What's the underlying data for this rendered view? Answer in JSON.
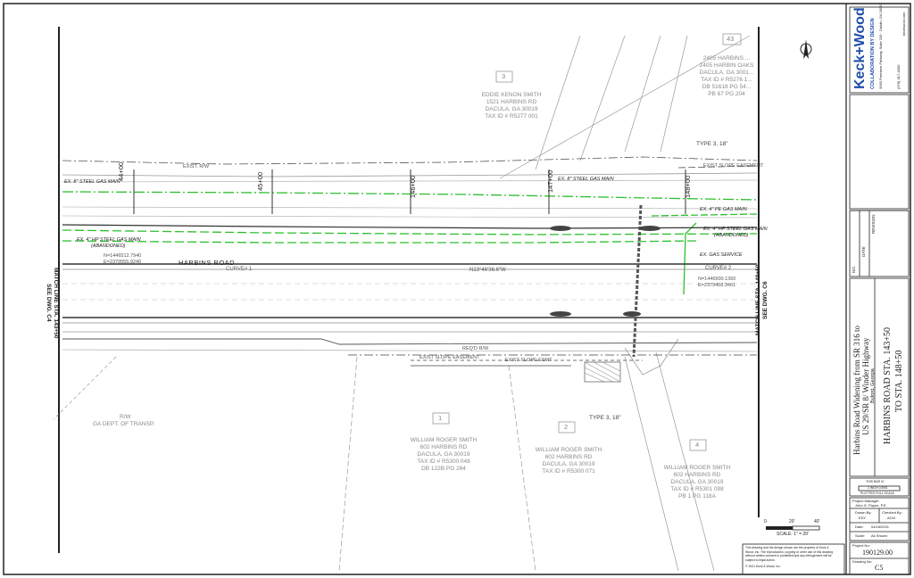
{
  "colors": {
    "gas_main": "#2fbf2f",
    "ink": "#222222",
    "light_ink": "#9a9a9a",
    "parcel_text": "#8a8a8a",
    "brand_blue": "#1f4ea8"
  },
  "plan": {
    "stations": [
      "44+00",
      "45+00",
      "146+00",
      "147+00",
      "148+00"
    ],
    "road_name": "HARBINS ROAD",
    "curve1": "CURVE# 1",
    "curve2": "CURVE# 2",
    "coord_left_n": "N=1446512.7940",
    "coord_left_e": "E=2379555.9240",
    "coord_right_n": "N=1446900.1360",
    "coord_right_e": "E=2379458.3461",
    "bearing": "N13°46'36.6\"W",
    "exist_rw": "EXIST. R/W",
    "exist_slope_easement_top": "EXIST SLOPE EASEMENT",
    "exist_slope_easement_bottom": "EXIST SLOPE EASEMENT",
    "exist_slope_esmt": "EXIST SLOPE ESMT",
    "req_rw": "REQ'D R/W",
    "type3_top": "TYPE 3, 18\"",
    "type3_bottom": "TYPE 3, 18\"",
    "gas_labels": {
      "steel_8": "EX. 8\" STEEL GAS MAIN",
      "steel_8_mid": "EX. 8\" STEEL GAS MAIN",
      "pe_4": "EX. 4\" PE GAS MAIN",
      "hp_steel_4": "EX. 4\" HP STEEL GAS MAIN",
      "abandoned": "(ABANDONED)",
      "hp_steel_4_right": "EX. 4\" HP STEEL GAS MAIN",
      "abandoned_right": "(ABANDONED)",
      "gas_service": "EX. GAS SERVICE"
    },
    "match_left_1": "MATCH LINE STA. 143+50",
    "match_left_2": "SEE DWG. C4",
    "match_right_1": "MATCH LINE STA. 148+50",
    "match_right_2": "SEE DWG. C6",
    "rw_dept_1": "R/W",
    "rw_dept_2": "GA DEPT. OF TRANSP.",
    "scale_label": "SCALE: 1\" = 20'",
    "scale_ticks": [
      "0",
      "20'",
      "40'"
    ],
    "parcels": [
      {
        "num": "3",
        "lines": [
          "EDDIE KENON SMITH",
          "1521 HARBINS RD",
          "DACULA, GA 30019",
          "TAX ID # R5277 001"
        ]
      },
      {
        "num": "43",
        "lines": [
          "2405 HARBINS ...",
          "2405 HARBIN OAKS",
          "DACULA, GA 3001...",
          "TAX ID # R5276 1...",
          "DB 51618 PG 54...",
          "PB 67 PG 204"
        ]
      },
      {
        "num": "1",
        "lines": [
          "WILLIAM ROGER SMITH",
          "602 HARBINS RD",
          "DACULA, GA 30019",
          "TAX ID # R5300 048",
          "DB 122B PG 264"
        ]
      },
      {
        "num": "2",
        "lines": [
          "WILLIAM ROGER SMITH",
          "602 HARBINS RD",
          "DACULA, GA 30019",
          "TAX ID # R5300 071"
        ]
      },
      {
        "num": "4",
        "lines": [
          "WILLIAM ROGER SMITH",
          "602 HARBINS RD",
          "DACULA, GA 30019",
          "TAX ID # R5301 098",
          "PB 1 PG 118A"
        ]
      }
    ]
  },
  "title_block": {
    "logo": "Keck+Wood",
    "tagline": "COLLABORATION BY DESIGN",
    "address": "3090 Premiere Parkway, Suite 200 · Duluth, GA 30097",
    "phone": "(678) 417-4000",
    "website": "keckwood.com",
    "revision_header": "REVISION",
    "date_header": "DATE",
    "no_header": "NO.",
    "project_title_1": "Harbins Road Widening from SR 316 to",
    "project_title_2": "US 29/SR 8/ Winder Highway",
    "project_location": "Buford, Georgia",
    "sheet_title_1": "HARBINS ROAD STA. 143+50",
    "sheet_title_2": "TO STA. 148+50",
    "bar_note_1": "THIS BAR IS",
    "bar_note_2": "1 INCH LONG",
    "bar_note_3": "PLOTTED FULL SCALE",
    "pm_label": "Project Manager:",
    "pm_name": "John G. Payne, P.E.",
    "drawn_label": "Drawn By:",
    "drawn_value": "EDY",
    "checked_label": "Checked By:",
    "checked_value": "ACM",
    "date_label": "Date:",
    "date_value": "04/18/2021",
    "scale_label": "Scale:",
    "scale_value": "As Shown",
    "project_no_label": "Project No:",
    "project_no": "190129.00",
    "drawing_no_label": "Drawing No:",
    "drawing_no": "C5",
    "legal_1": "This drawing and the design shown are the property of Keck &",
    "legal_2": "Wood, Inc. The reproduction, copying or other use of this drawing",
    "legal_3": "without written consent is prohibited and any infringement will be",
    "legal_4": "subject to legal action.",
    "copyright": "© 2021 Keck & Wood, Inc."
  }
}
